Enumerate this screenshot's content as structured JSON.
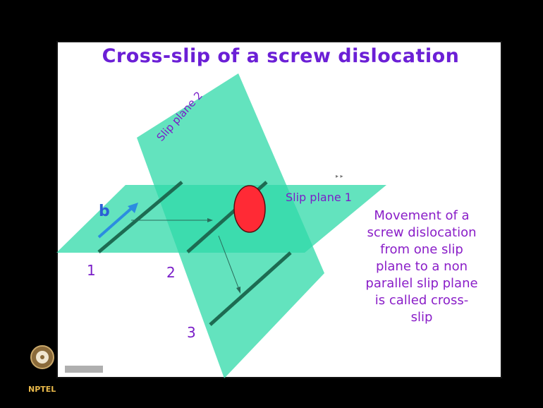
{
  "slide": {
    "title": "Cross-slip of a screw dislocation",
    "caption": "Movement of a\nscrew dislocation\nfrom one slip\nplane to a non\nparallel slip plane\nis called cross-\nslip"
  },
  "diagram": {
    "plane_labels": {
      "plane_1": "Slip plane 1",
      "plane_2": "Slip plane 2"
    },
    "burgers_label": "b",
    "line_labels": [
      "1",
      "2",
      "3"
    ],
    "colors": {
      "plane_fill": "#2fd9a8",
      "dislocation_line": "#1d6b52",
      "obstacle": "#ff2a35",
      "label_text": "#8a1ec8",
      "burgers_arrow": "#2b8de0"
    }
  },
  "logo": {
    "text": "NPTEL"
  }
}
